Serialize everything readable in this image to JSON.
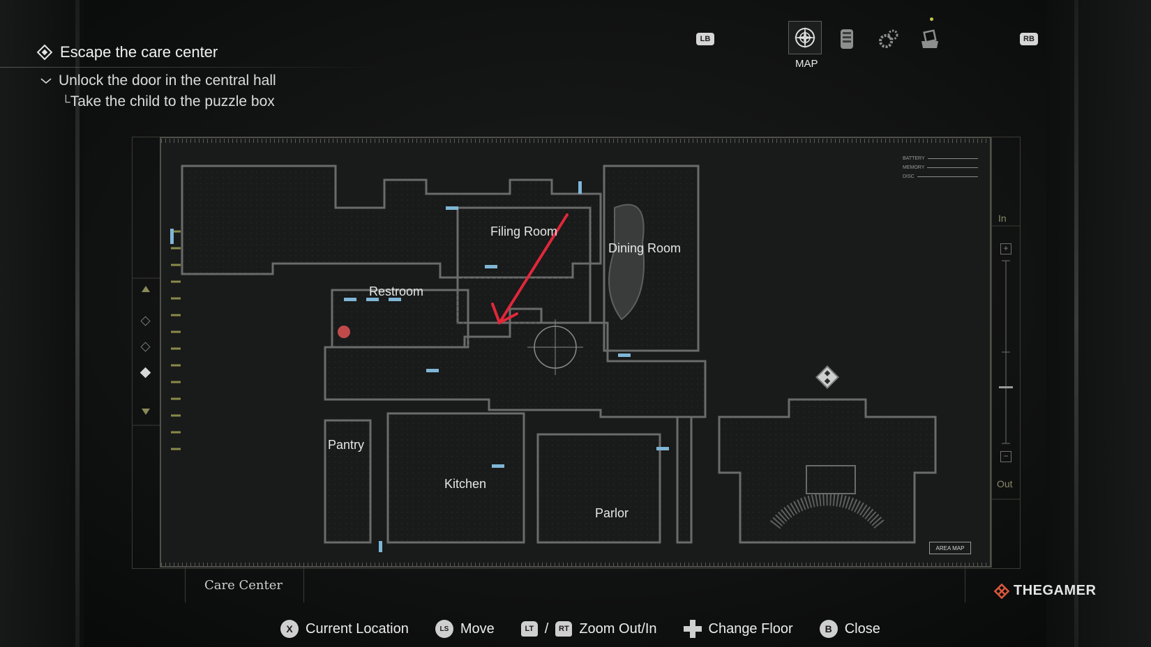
{
  "objectives": {
    "main": "Escape the care center",
    "sub": "Unlock the door in the central hall",
    "sub2": "Take the child to the puzzle box"
  },
  "top_nav": {
    "lb": "LB",
    "rb": "RB",
    "active_tab": "MAP",
    "tabs": [
      "map-icon",
      "file-icon",
      "gear-icon",
      "inventory-icon"
    ]
  },
  "map": {
    "rooms": {
      "filing_room": "Filing Room",
      "dining_room": "Dining Room",
      "restroom": "Restroom",
      "pantry": "Pantry",
      "kitchen": "Kitchen",
      "parlor": "Parlor"
    },
    "status": {
      "battery": "BATTERY",
      "memory": "MEMORY",
      "disc": "DISC"
    },
    "area_map": "AREA MAP",
    "zoom_in": "In",
    "zoom_out": "Out",
    "location": "Care Center",
    "colors": {
      "door": "#7fb6d6",
      "arrow": "#e0283a",
      "wall": "#6a6b6b"
    }
  },
  "controls": {
    "x_btn": "X",
    "x_label": "Current Location",
    "ls_btn": "LS",
    "ls_label": "Move",
    "lt_btn": "LT",
    "slash": "/",
    "rt_btn": "RT",
    "zoom_label": "Zoom Out/In",
    "floor_label": "Change Floor",
    "b_btn": "B",
    "close_label": "Close"
  },
  "watermark": "THEGAMER"
}
